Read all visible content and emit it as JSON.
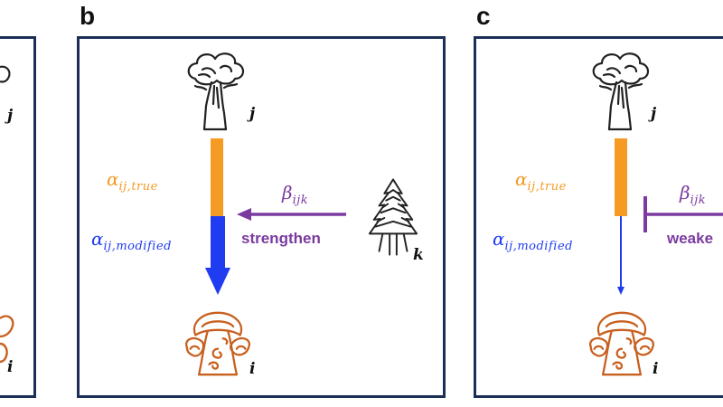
{
  "panels": {
    "a": {
      "node_j": "j",
      "node_i": "i"
    },
    "b": {
      "letter": "b",
      "alpha_true": {
        "symbol": "α",
        "sub": "ij,true"
      },
      "alpha_modified": {
        "symbol": "α",
        "sub": "ij,modified"
      },
      "beta": {
        "symbol": "β",
        "sub": "ijk"
      },
      "effect": "strengthen",
      "node_j": "j",
      "node_i": "i",
      "node_k": "k"
    },
    "c": {
      "letter": "c",
      "alpha_true": {
        "symbol": "α",
        "sub": "ij,true"
      },
      "alpha_modified": {
        "symbol": "α",
        "sub": "ij,modified"
      },
      "beta": {
        "symbol": "β",
        "sub": "ijk"
      },
      "effect": "weake",
      "node_j": "j",
      "node_i": "i"
    }
  },
  "colors": {
    "frame": "#1c2f57",
    "alpha_true": "#f59a23",
    "alpha_modified": "#1f3cf0",
    "beta": "#7b3aa0",
    "mushroom": "#c8601f",
    "tree": "#222222"
  },
  "icons": {
    "tree_j": "broadleaf-tree-icon",
    "tree_k": "pine-tree-icon",
    "mushroom_i": "mushroom-icon"
  }
}
